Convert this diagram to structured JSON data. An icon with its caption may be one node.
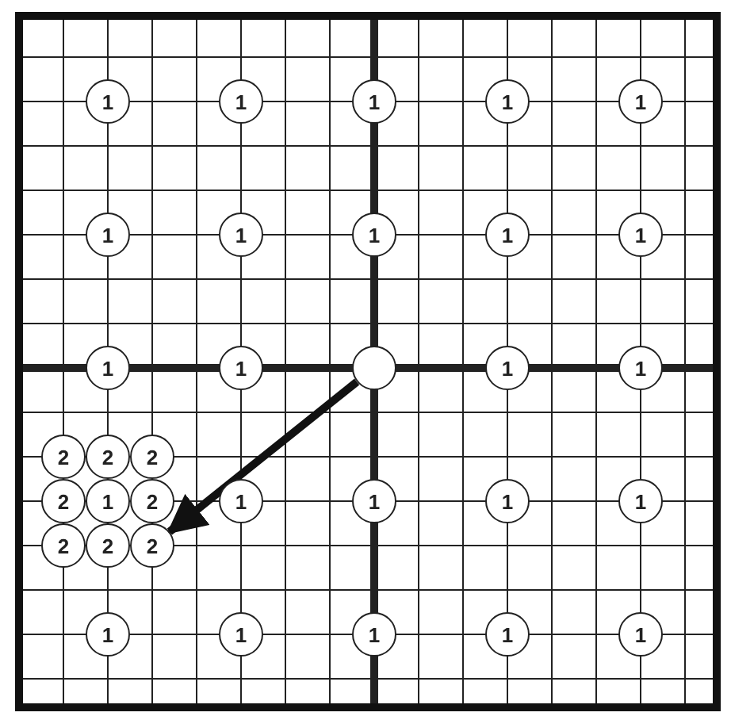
{
  "diagram": {
    "nodes": [
      {
        "text": [
          "1"
        ]
      },
      {
        "text": [
          "1"
        ]
      },
      {
        "text": [
          "1"
        ]
      },
      {
        "text": [
          "1"
        ]
      },
      {
        "text": [
          "1"
        ]
      },
      {
        "text": [
          "1"
        ]
      },
      {
        "text": [
          "1"
        ]
      },
      {
        "text": [
          "1"
        ]
      },
      {
        "text": [
          "1"
        ]
      },
      {
        "text": [
          "1"
        ]
      },
      {
        "text": [
          "1"
        ]
      },
      {
        "text": [
          "1"
        ]
      },
      {
        "text": [],
        "shape": "circle"
      },
      {
        "text": [
          "1"
        ]
      },
      {
        "text": [
          "1"
        ]
      },
      {
        "text": [
          "2"
        ]
      },
      {
        "text": [
          "2"
        ]
      },
      {
        "text": [
          "2"
        ]
      },
      {
        "text": [
          "2"
        ]
      },
      {
        "text": [
          "1"
        ]
      },
      {
        "text": [
          "2"
        ]
      },
      {
        "text": [
          "1"
        ]
      },
      {
        "text": [
          "1"
        ]
      },
      {
        "text": [
          "1"
        ]
      },
      {
        "text": [
          "1"
        ]
      },
      {
        "text": [
          "2"
        ]
      },
      {
        "text": [
          "2"
        ]
      },
      {
        "text": [
          "2"
        ]
      },
      {
        "text": [
          "1"
        ]
      },
      {
        "text": [
          "1"
        ]
      },
      {
        "text": [
          "1"
        ]
      },
      {
        "text": [
          "1"
        ]
      },
      {
        "text": [
          "1"
        ]
      }
    ],
    "edges": [
      {
        "from": 12,
        "to": 27,
        "arrow": "to"
      }
    ]
  }
}
